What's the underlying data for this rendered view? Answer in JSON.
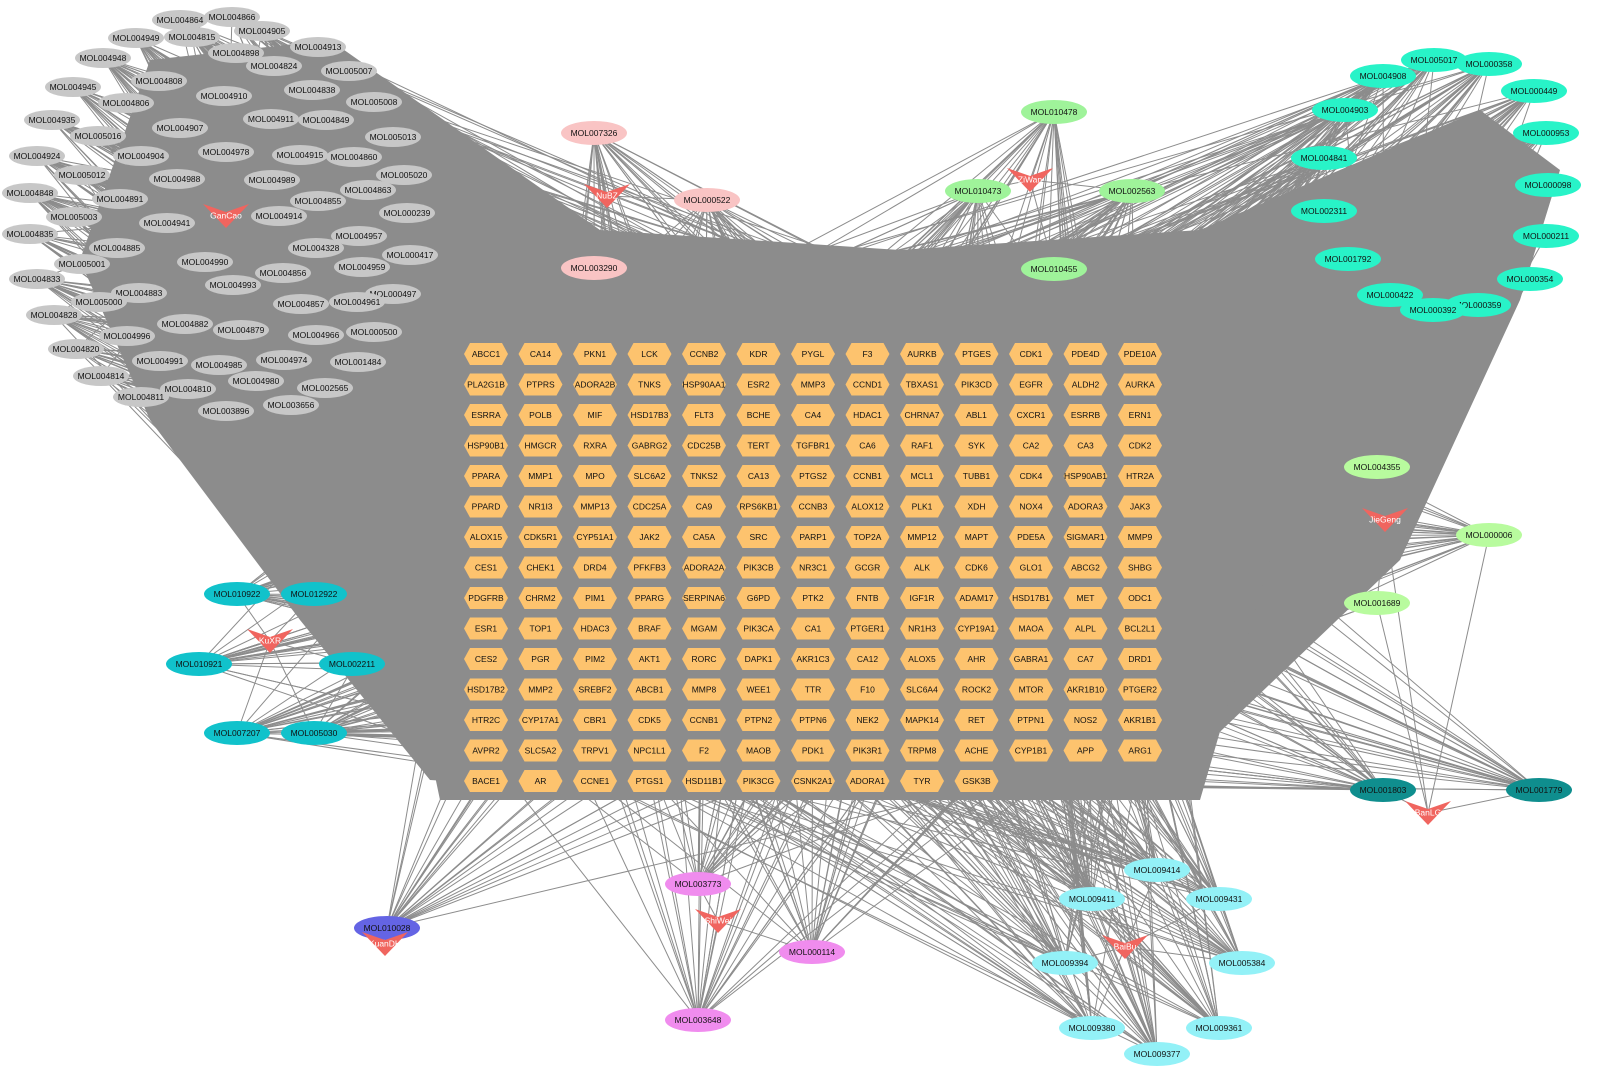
{
  "colors": {
    "edge": "#8c8c8c",
    "target": "#fdc36e",
    "herb": "#f0655f",
    "gancao": "#c7c7c7",
    "nuzhen": "#f9c4c4",
    "ziwan": "#9ff39a",
    "jiegeng": "#b8fb9e",
    "jiegeng_mol": "#28f3c8",
    "kuxr": "#11c2cb",
    "banlg": "#0f8e8e",
    "kuandh": "#6464e4",
    "shiwei": "#f08cee",
    "baibu": "#93f1f7"
  },
  "targets": [
    "ABCC1",
    "CA14",
    "PKN1",
    "LCK",
    "CCNB2",
    "KDR",
    "PYGL",
    "F3",
    "AURKB",
    "PTGES",
    "CDK1",
    "PDE4D",
    "PDE10A",
    "PLA2G1B",
    "PTPRS",
    "ADORA2B",
    "TNKS",
    "HSP90AA1",
    "ESR2",
    "MMP3",
    "CCND1",
    "TBXAS1",
    "PIK3CD",
    "EGFR",
    "ALDH2",
    "AURKA",
    "ESRRA",
    "POLB",
    "MIF",
    "HSD17B3",
    "FLT3",
    "BCHE",
    "CA4",
    "HDAC1",
    "CHRNA7",
    "ABL1",
    "CXCR1",
    "ESRRB",
    "ERN1",
    "HSP90B1",
    "HMGCR",
    "RXRA",
    "GABRG2",
    "CDC25B",
    "TERT",
    "TGFBR1",
    "CA6",
    "RAF1",
    "SYK",
    "CA2",
    "CA3",
    "CDK2",
    "PPARA",
    "MMP1",
    "MPO",
    "SLC6A2",
    "TNKS2",
    "CA13",
    "PTGS2",
    "CCNB1",
    "MCL1",
    "TUBB1",
    "CDK4",
    "HSP90AB1",
    "HTR2A",
    "PPARD",
    "NR1I3",
    "MMP13",
    "CDC25A",
    "CA9",
    "RPS6KB1",
    "CCNB3",
    "ALOX12",
    "PLK1",
    "XDH",
    "NOX4",
    "ADORA3",
    "JAK3",
    "ALOX15",
    "CDK5R1",
    "CYP51A1",
    "JAK2",
    "CA5A",
    "SRC",
    "PARP1",
    "TOP2A",
    "MMP12",
    "MAPT",
    "PDE5A",
    "SIGMAR1",
    "MMP9",
    "CES1",
    "CHEK1",
    "DRD4",
    "PFKFB3",
    "ADORA2A",
    "PIK3CB",
    "NR3C1",
    "GCGR",
    "ALK",
    "CDK6",
    "GLO1",
    "ABCG2",
    "SHBG",
    "PDGFRB",
    "CHRM2",
    "PIM1",
    "PPARG",
    "SERPINA6",
    "G6PD",
    "PTK2",
    "FNTB",
    "IGF1R",
    "ADAM17",
    "HSD17B1",
    "MET",
    "ODC1",
    "ESR1",
    "TOP1",
    "HDAC3",
    "BRAF",
    "MGAM",
    "PIK3CA",
    "CA1",
    "PTGER1",
    "NR1H3",
    "CYP19A1",
    "MAOA",
    "ALPL",
    "BCL2L1",
    "CES2",
    "PGR",
    "PIM2",
    "AKT1",
    "RORC",
    "DAPK1",
    "AKR1C3",
    "CA12",
    "ALOX5",
    "AHR",
    "GABRA1",
    "CA7",
    "DRD1",
    "HSD17B2",
    "MMP2",
    "SREBF2",
    "ABCB1",
    "MMP8",
    "WEE1",
    "TTR",
    "F10",
    "SLC6A4",
    "ROCK2",
    "MTOR",
    "AKR1B10",
    "PTGER2",
    "HTR2C",
    "CYP17A1",
    "CBR1",
    "CDK5",
    "CCNB1",
    "PTPN2",
    "PTPN6",
    "NEK2",
    "MAPK14",
    "RET",
    "PTPN1",
    "NOS2",
    "AKR1B1",
    "AVPR2",
    "SLC5A2",
    "TRPV1",
    "NPC1L1",
    "F2",
    "MAOB",
    "PDK1",
    "PIK3R1",
    "TRPM8",
    "ACHE",
    "CYP1B1",
    "APP",
    "ARG1",
    "BACE1",
    "AR",
    "CCNE1",
    "PTGS1",
    "HSD11B1",
    "PIK3CG",
    "CSNK2A1",
    "ADORA1",
    "TYR",
    "GSK3B"
  ],
  "groups": [
    {
      "herb": "GanCao",
      "colorKey": "gancao",
      "mols": [
        "MOL004864",
        "MOL004866",
        "MOL004949",
        "MOL004905",
        "MOL004815",
        "MOL004898",
        "MOL004913",
        "MOL004948",
        "MOL004824",
        "MOL004808",
        "MOL005007",
        "MOL004838",
        "MOL004945",
        "MOL004910",
        "MOL004806",
        "MOL005008",
        "MOL004911",
        "MOL004849",
        "MOL004935",
        "MOL004907",
        "MOL005016",
        "MOL005013",
        "MOL004904",
        "MOL004978",
        "MOL004915",
        "MOL004860",
        "MOL004924",
        "MOL005012",
        "MOL004988",
        "MOL004989",
        "MOL005020",
        "MOL004848",
        "MOL004891",
        "MOL004863",
        "MOL004855",
        "MOL005003",
        "MOL004941",
        "MOL004914",
        "MOL000239",
        "MOL004835",
        "MOL004885",
        "MOL004957",
        "MOL004328",
        "MOL000417",
        "MOL005001",
        "MOL004990",
        "MOL004959",
        "MOL004833",
        "MOL004856",
        "MOL004883",
        "MOL004993",
        "MOL000497",
        "MOL005000",
        "MOL004857",
        "MOL004961",
        "MOL004828",
        "MOL004882",
        "MOL004879",
        "MOL004966",
        "MOL000500",
        "MOL004996",
        "MOL004820",
        "MOL004974",
        "MOL001484",
        "MOL004991",
        "MOL004985",
        "MOL004814",
        "MOL004980",
        "MOL002565",
        "MOL004810",
        "MOL004811",
        "MOL003656",
        "MOL003896"
      ]
    },
    {
      "herb": "NuBZ",
      "colorKey": "nuzhen",
      "mols": [
        "MOL007326",
        "MOL000522",
        "MOL003290"
      ]
    },
    {
      "herb": "ZiWan",
      "colorKey": "ziwan",
      "mols": [
        "MOL010478",
        "MOL010473",
        "MOL002563",
        "MOL010455"
      ]
    },
    {
      "herb": "JieGeng",
      "colorKey": "jiegeng_mol",
      "mols": [
        "MOL005017",
        "MOL000358",
        "MOL004908",
        "MOL000449",
        "MOL004903",
        "MOL000953",
        "MOL004841",
        "MOL000098",
        "MOL002311",
        "MOL000211",
        "MOL001792",
        "MOL000354",
        "MOL000422",
        "MOL000359",
        "MOL000392"
      ],
      "shared": [
        "MOL004355",
        "MOL000006",
        "MOL001689"
      ]
    },
    {
      "herb": "KuXR",
      "colorKey": "kuxr",
      "mols": [
        "MOL010922",
        "MOL012922",
        "MOL010921",
        "MOL002211",
        "MOL007207",
        "MOL005030"
      ]
    },
    {
      "herb": "BanLG",
      "colorKey": "banlg",
      "mols": [
        "MOL001803",
        "MOL001779"
      ]
    },
    {
      "herb": "KuanDH",
      "colorKey": "kuandh",
      "mols": [
        "MOL010028"
      ]
    },
    {
      "herb": "ShiWei",
      "colorKey": "shiwei",
      "mols": [
        "MOL003773",
        "MOL000114",
        "MOL003648"
      ]
    },
    {
      "herb": "BaiBu",
      "colorKey": "baibu",
      "mols": [
        "MOL009414",
        "MOL009411",
        "MOL009431",
        "MOL009394",
        "MOL005384",
        "MOL009380",
        "MOL009361",
        "MOL009377"
      ]
    }
  ]
}
